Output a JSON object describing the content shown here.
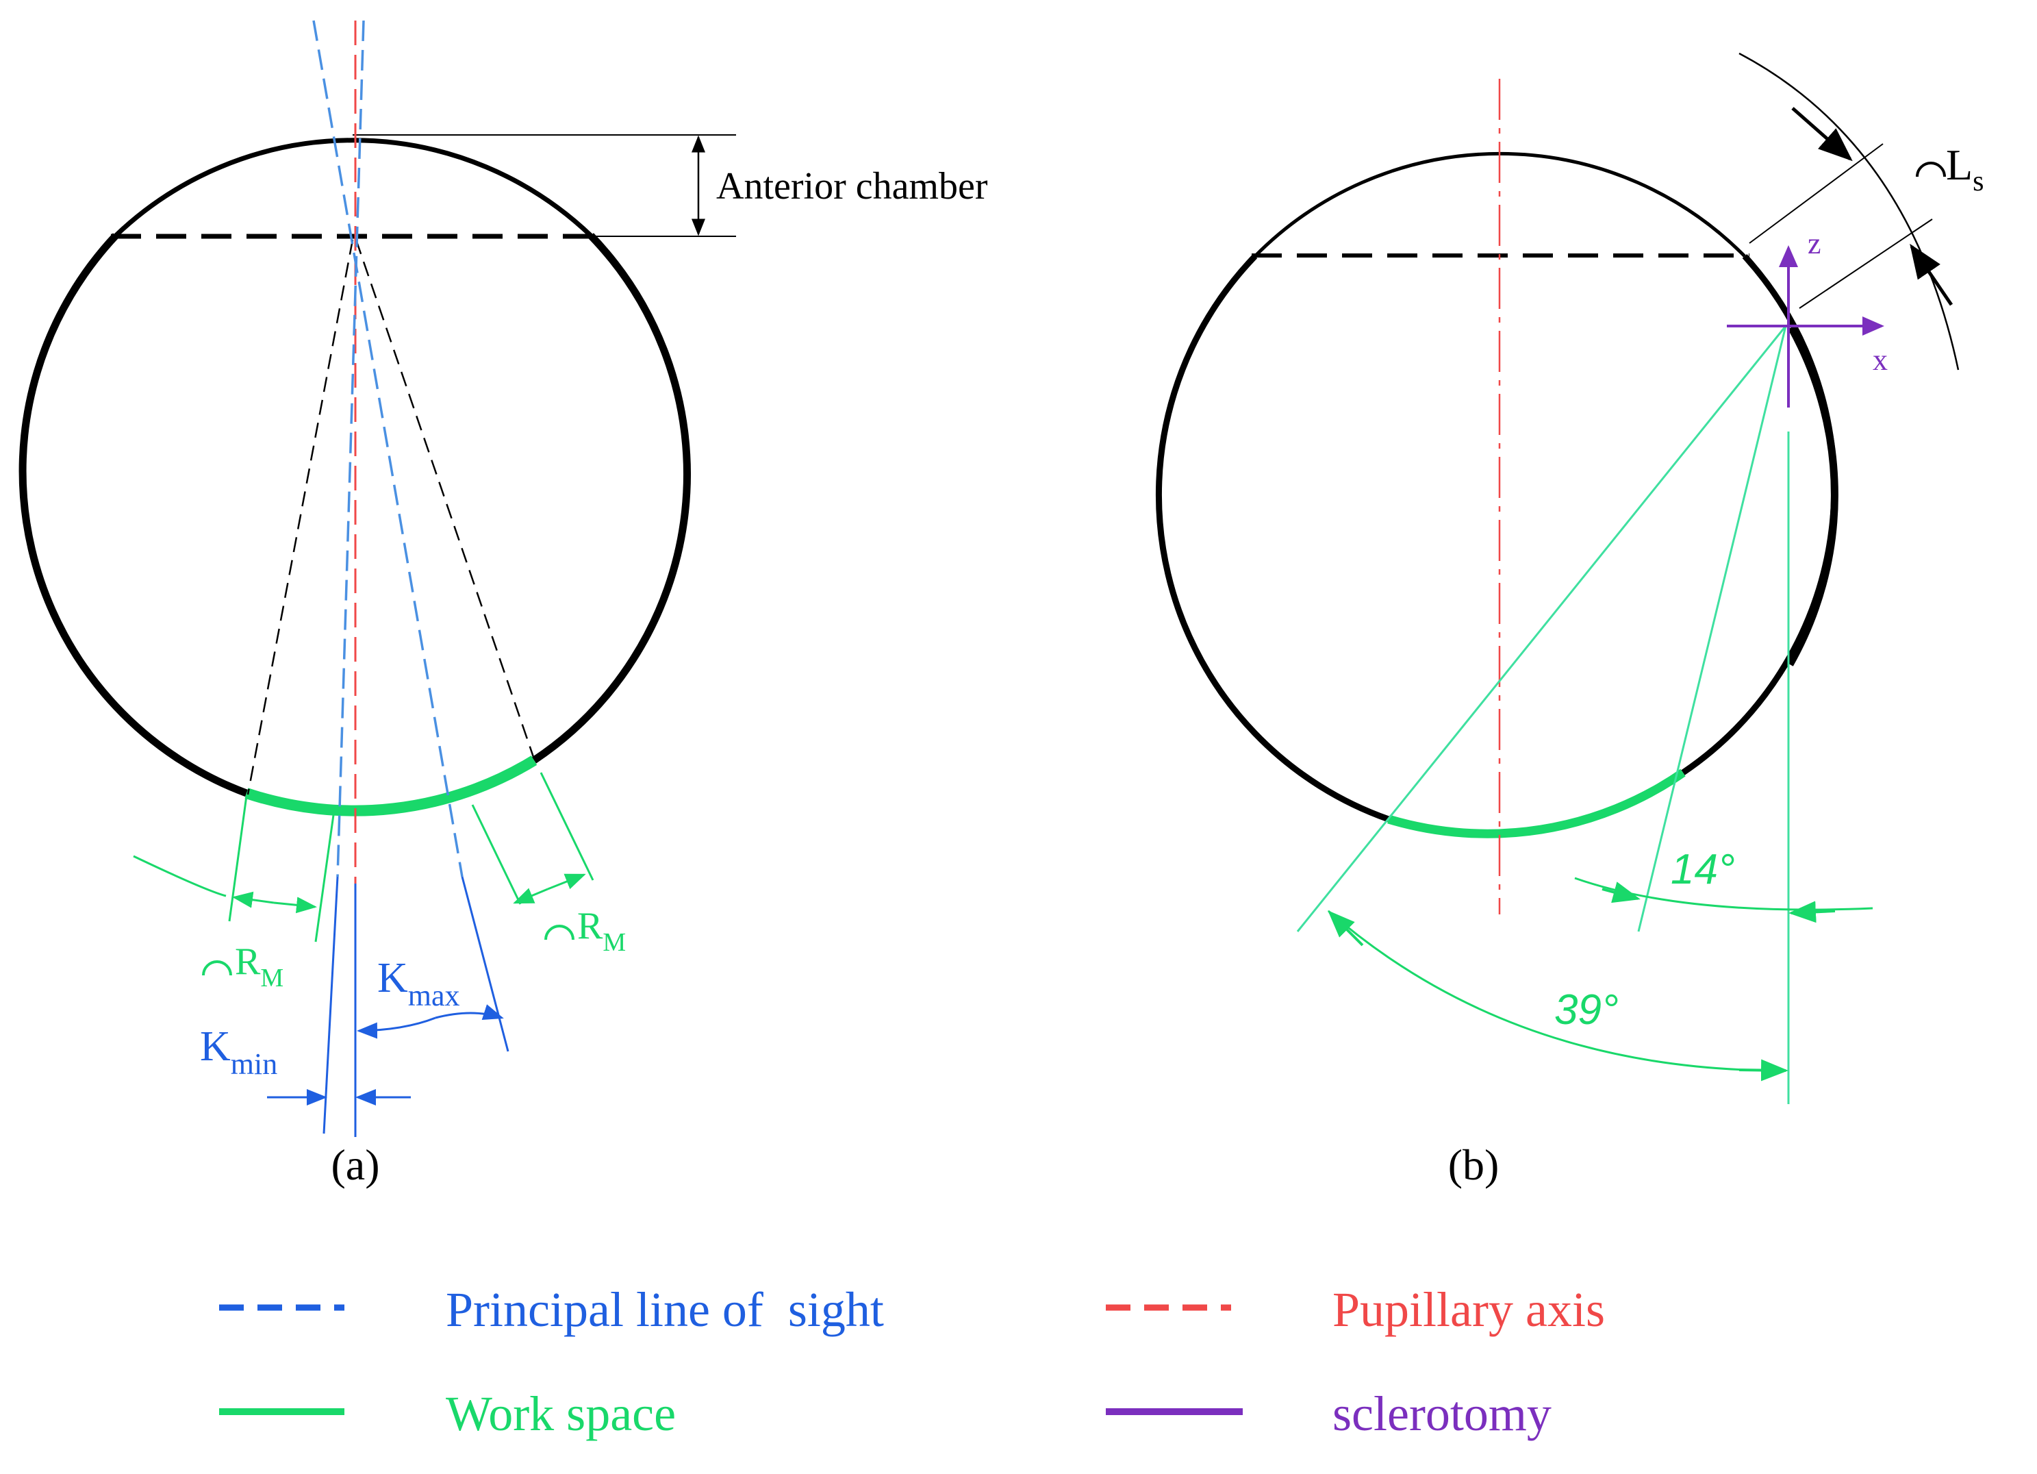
{
  "panel_a": {
    "caption": "(a)",
    "anterior_chamber_label": "Anterior chamber",
    "rm_left": {
      "main": "R",
      "sub": "M"
    },
    "rm_right": {
      "main": "R",
      "sub": "M"
    },
    "kmax": {
      "main": "K",
      "sub": "max"
    },
    "kmin": {
      "main": "K",
      "sub": "min"
    }
  },
  "panel_b": {
    "caption": "(b)",
    "ls": {
      "main": "L",
      "sub": "s"
    },
    "axis_z": "z",
    "axis_x": "x",
    "angle_small": "14°",
    "angle_large": "39°"
  },
  "legend": {
    "items": [
      {
        "label": "Principal line of  sight",
        "color": "#1f5fe0",
        "dash": true
      },
      {
        "label": "Pupillary axis",
        "color": "#f04848",
        "dash": true
      },
      {
        "label": "Work space",
        "color": "#19d86a",
        "dash": false
      },
      {
        "label": "sclerotomy",
        "color": "#7b2fbe",
        "dash": false
      }
    ]
  },
  "colors": {
    "outline": "#000000",
    "sight": "#1f5fe0",
    "sight_light": "#4a90e2",
    "pupil": "#f04848",
    "work": "#19d86a",
    "work_thin": "#3fe0a0",
    "sclerotomy": "#7b2fbe"
  }
}
